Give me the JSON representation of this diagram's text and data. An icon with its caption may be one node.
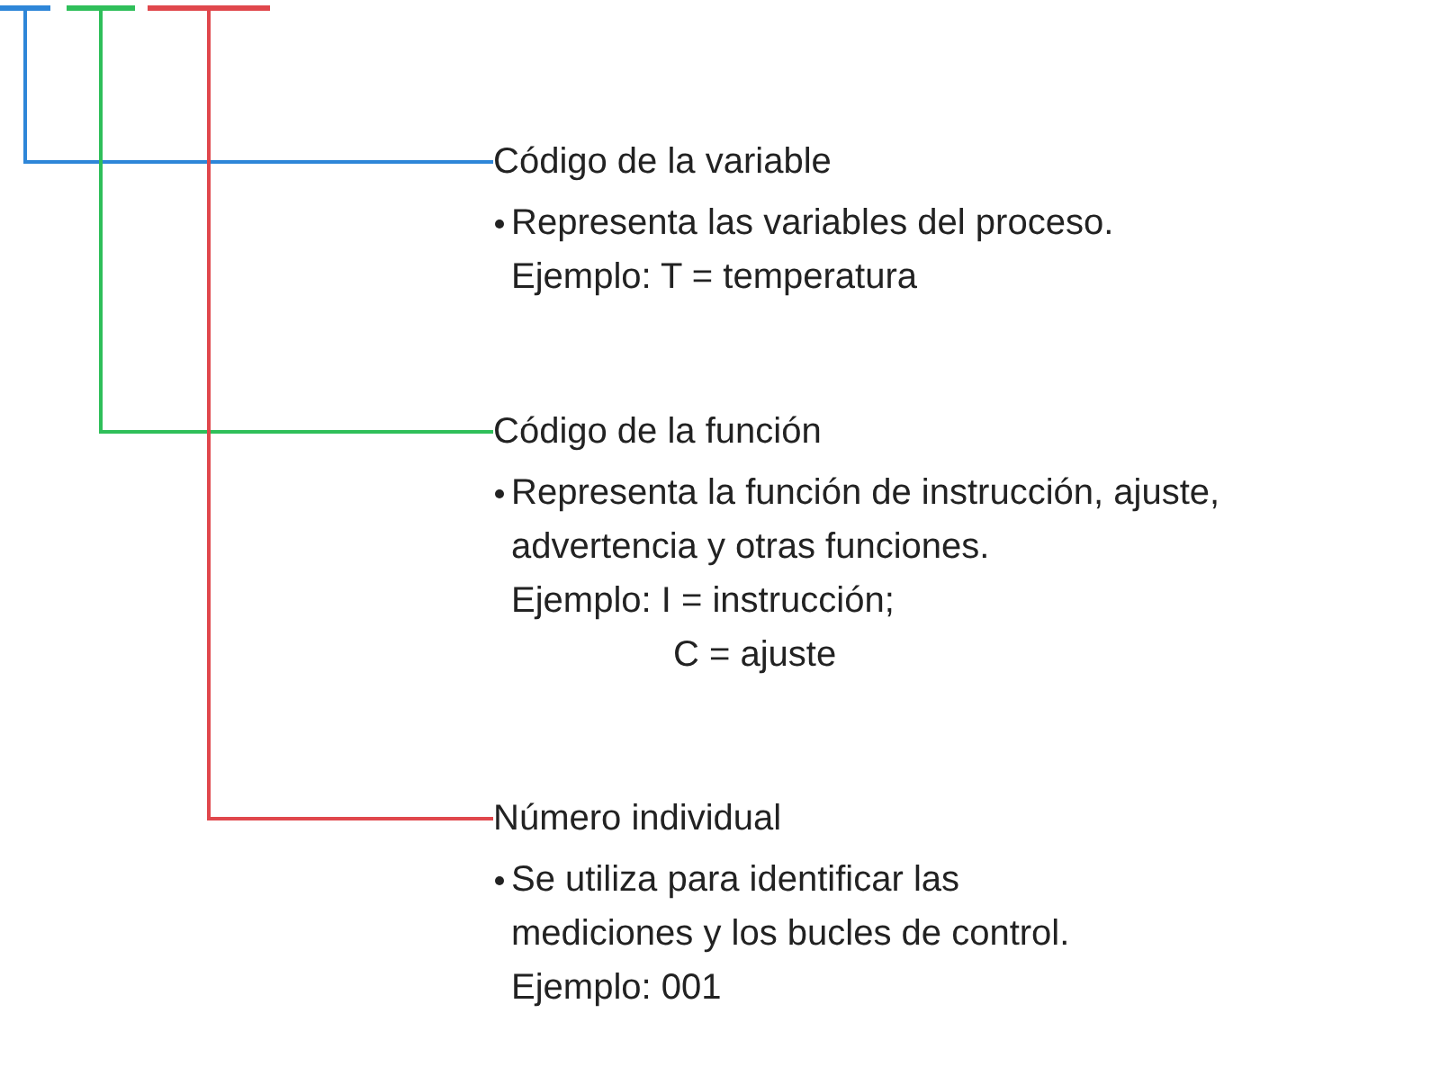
{
  "diagram": {
    "nodes": [
      {
        "text": [],
        "shape": "bar"
      },
      {
        "text": [],
        "shape": "bar"
      },
      {
        "text": [],
        "shape": "bar"
      },
      {
        "text": [
          "Código de la variable",
          "Representa las variables del proceso.",
          "Ejemplo: T = temperatura"
        ]
      },
      {
        "text": [
          "Código de la función",
          "Representa la función de instrucción, ajuste, advertencia y otras funciones.",
          "Ejemplo: I = instrucción;",
          "C = ajuste"
        ]
      },
      {
        "text": [
          "Número individual",
          "Se utiliza para identificar las mediciones y los bucles de control.",
          "Ejemplo: 001"
        ]
      }
    ],
    "edges": [
      {
        "from": 3,
        "to": 0,
        "arrow": "none",
        "color": "#2e86d8"
      },
      {
        "from": 4,
        "to": 1,
        "arrow": "none",
        "color": "#2fbf5a"
      },
      {
        "from": 5,
        "to": 2,
        "arrow": "none",
        "color": "#e0474c"
      }
    ]
  }
}
